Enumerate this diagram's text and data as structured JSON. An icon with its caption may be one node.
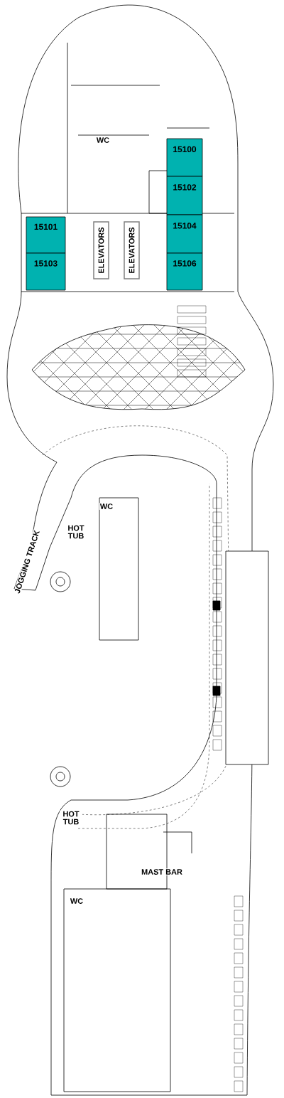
{
  "diagram": {
    "nodes": [
      {
        "text": [
          "15100"
        ]
      },
      {
        "text": [
          "15102"
        ]
      },
      {
        "text": [
          "15104"
        ]
      },
      {
        "text": [
          "15106"
        ]
      },
      {
        "text": [
          "15101"
        ]
      },
      {
        "text": [
          "15103"
        ]
      },
      {
        "text": [
          "ELEVATORS"
        ]
      },
      {
        "text": [
          "ELEVATORS"
        ]
      },
      {
        "text": [],
        "shape": "box"
      }
    ],
    "labels": [
      "WC",
      "WC",
      "HOT TUB",
      "JOGGING TRACK",
      "HOT TUB",
      "MAST BAR",
      "WC"
    ]
  }
}
